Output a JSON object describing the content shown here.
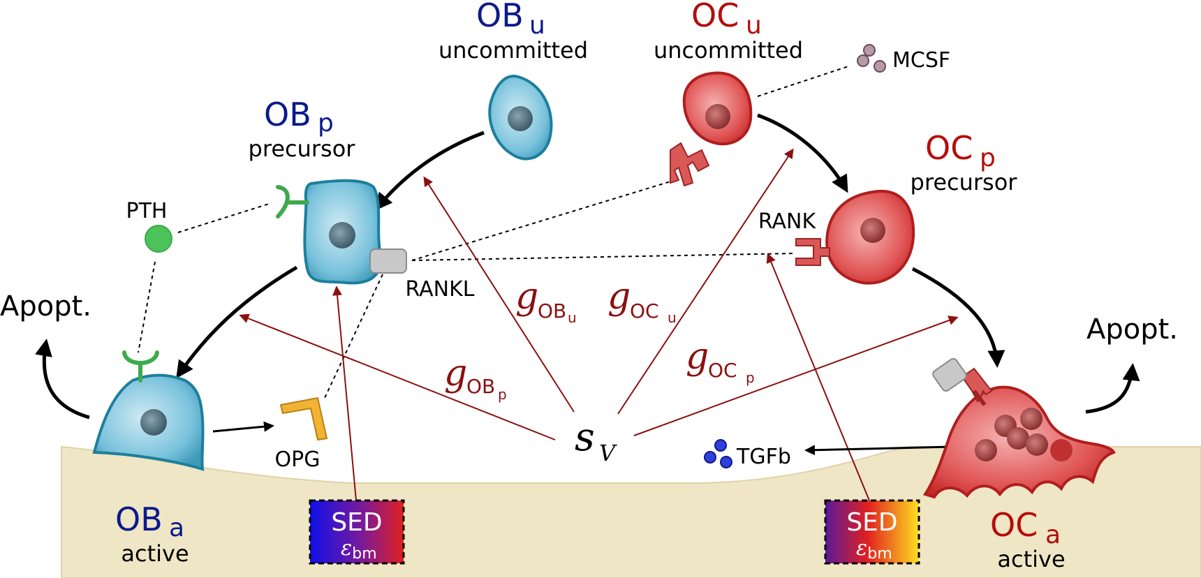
{
  "cells": {
    "ob_u": {
      "main": "OB",
      "sub": "u",
      "desc": "uncommitted"
    },
    "ob_p": {
      "main": "OB",
      "sub": "p",
      "desc": "precursor"
    },
    "ob_a": {
      "main": "OB",
      "sub": "a",
      "desc": "active"
    },
    "oc_u": {
      "main": "OC",
      "sub": "u",
      "desc": "uncommitted"
    },
    "oc_p": {
      "main": "OC",
      "sub": "p",
      "desc": "precursor"
    },
    "oc_a": {
      "main": "OC",
      "sub": "a",
      "desc": "active"
    }
  },
  "factors": {
    "pth": "PTH",
    "rankl": "RANKL",
    "rank": "RANK",
    "opg": "OPG",
    "mcsf": "MCSF",
    "tgfb": "TGFb"
  },
  "apoptosis": {
    "left": "Apopt.",
    "right": "Apopt."
  },
  "gains": {
    "g_ob_u": {
      "g": "g",
      "base": "OB",
      "sub": "u"
    },
    "g_oc_u": {
      "g": "g",
      "base": "OC",
      "sub": "u"
    },
    "g_ob_p": {
      "g": "g",
      "base": "OB",
      "sub": "p"
    },
    "g_oc_p": {
      "g": "g",
      "base": "OC",
      "sub": "p"
    }
  },
  "sv": {
    "s": "s",
    "sub": "V"
  },
  "sed_boxes": {
    "left": {
      "title": "SED",
      "eps": "ε",
      "sub": "bm"
    },
    "right": {
      "title": "SED",
      "eps": "ε",
      "sub": "bm"
    }
  },
  "colors": {
    "ob_text": "#0b1a8a",
    "oc_text": "#b40d0d",
    "gain_red": "#8b1010",
    "bone": "#efe6c6",
    "ob_cell": "#5ab4cf",
    "oc_cell": "#e04a4a",
    "receptor_green": "#4cc25a",
    "opg_orange": "#f2b233",
    "mcsf_purple": "#b79aa8",
    "tgfb_blue": "#2f3fe0"
  }
}
